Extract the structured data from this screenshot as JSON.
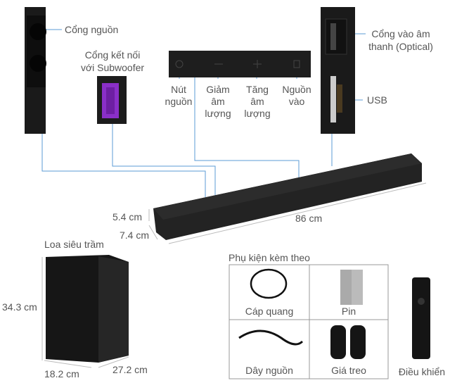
{
  "ports": {
    "power_port": "Cổng nguồn",
    "subwoofer_port": [
      "Cổng kết nối",
      "với Subwoofer"
    ],
    "optical_port": [
      "Cổng vào âm",
      "thanh (Optical)"
    ],
    "usb_port": "USB"
  },
  "controls": [
    {
      "label": [
        "Nút",
        "nguồn"
      ]
    },
    {
      "label": [
        "Giảm",
        "âm",
        "lượng"
      ]
    },
    {
      "label": [
        "Tăng",
        "âm",
        "lượng"
      ]
    },
    {
      "label": [
        "Nguồn",
        "vào"
      ]
    }
  ],
  "soundbar": {
    "height": "5.4 cm",
    "depth": "7.4 cm",
    "width": "86 cm"
  },
  "subwoofer": {
    "title": "Loa siêu trầm",
    "height": "34.3 cm",
    "width": "18.2 cm",
    "depth": "27.2 cm"
  },
  "accessories": {
    "title": "Phụ kiện kèm theo",
    "items": [
      "Cáp quang",
      "Pin",
      "Dây nguồn",
      "Giá treo"
    ],
    "remote": "Điều khiển"
  },
  "colors": {
    "leader_line": "#5b9bd5",
    "device": "#1e1e1e",
    "subwoofer_port": "#8a2fc8"
  }
}
